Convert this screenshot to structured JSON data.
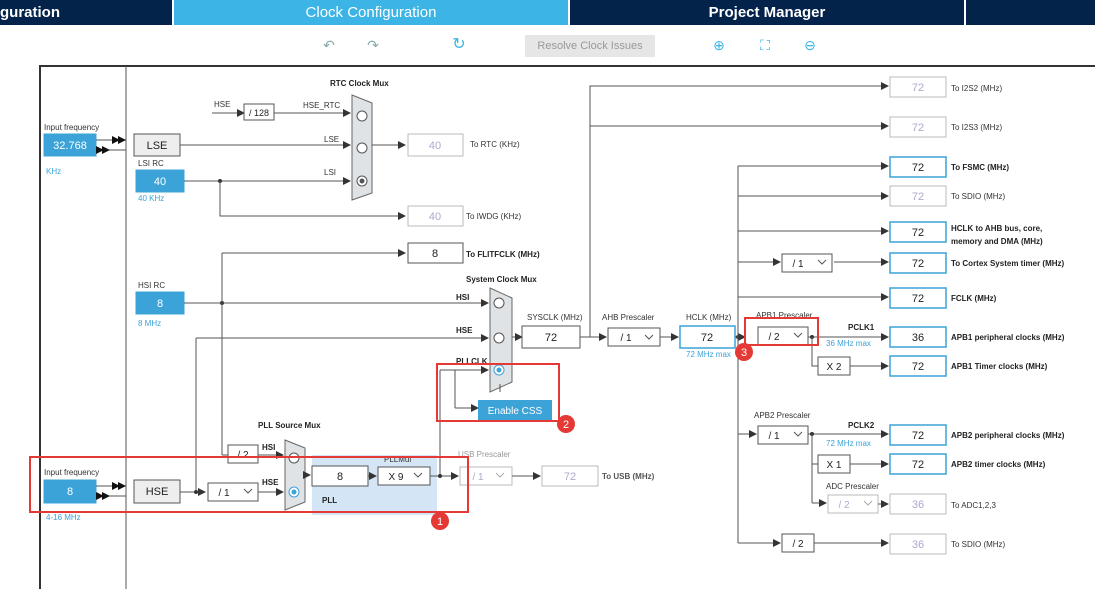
{
  "tabs": [
    {
      "label": "guration",
      "active": false
    },
    {
      "label": "Clock Configuration",
      "active": true
    },
    {
      "label": "Project Manager",
      "active": false
    }
  ],
  "toolbar": {
    "undo_icon": "undo-icon",
    "redo_icon": "redo-icon",
    "refresh_icon": "refresh-icon",
    "resolve_label": "Resolve Clock Issues",
    "zoom_in_icon": "zoom-in-icon",
    "fit_icon": "fit-screen-icon",
    "zoom_out_icon": "zoom-out-icon"
  },
  "colors": {
    "accent": "#3cb4e6",
    "tab_dark": "#03234b",
    "highlight_red": "#e53935",
    "blue_box": "#3ba3d8"
  },
  "left": {
    "input_freq_label": "Input frequency",
    "lse_value": "32.768",
    "lse_unit": "KHz",
    "lse_label": "LSE",
    "lsirc_label": "LSI RC",
    "lsi_value": "40",
    "lsi_unit": "40 KHz",
    "hsirc_label": "HSI RC",
    "hsi_value": "8",
    "hsi_unit": "8 MHz",
    "hse_input_label": "Input frequency",
    "hse_value": "8",
    "hse_range": "4-16 MHz",
    "hse_label": "HSE"
  },
  "rtc": {
    "title": "RTC Clock Mux",
    "hse_label": "HSE",
    "div128": "/ 128",
    "hse_rtc": "HSE_RTC",
    "lse": "LSE",
    "lsi": "LSI",
    "to_rtc_value": "40",
    "to_rtc_label": "To RTC (KHz)",
    "iwdg_value": "40",
    "iwdg_label": "To IWDG (KHz)",
    "flit_value": "8",
    "flit_label": "To FLITFCLK (MHz)"
  },
  "sysmux": {
    "title": "System Clock Mux",
    "hsi": "HSI",
    "hse": "HSE",
    "pllclk": "PLLCLK",
    "enable_css": "Enable CSS"
  },
  "pll": {
    "source_title": "PLL Source Mux",
    "div2": "/ 2",
    "hsi": "HSI",
    "hse": "HSE",
    "hse_div": "/ 1",
    "pll_in": "8",
    "pllmul_label": "PLLMul",
    "pllmul": "X 9",
    "pll_label": "PLL",
    "usb_prescaler": "USB Prescaler",
    "usb_div": "/ 1",
    "usb_value": "72",
    "usb_label": "To USB (MHz)"
  },
  "bus": {
    "sysclk_label": "SYSCLK (MHz)",
    "sysclk": "72",
    "ahb_label": "AHB Prescaler",
    "ahb_div": "/ 1",
    "hclk_label": "HCLK (MHz)",
    "hclk": "72",
    "hclk_max": "72 MHz max",
    "apb1_label": "APB1 Prescaler",
    "apb1_div": "/ 2",
    "pclk1": "PCLK1",
    "pclk1_max": "36 MHz max",
    "apb2_label": "APB2 Prescaler",
    "apb2_div": "/ 1",
    "pclk2": "PCLK2",
    "pclk2_max": "72 MHz max",
    "cortex_div": "/ 1",
    "x2": "X 2",
    "x1": "X 1",
    "adc_label": "ADC Prescaler",
    "adc_div": "/ 2",
    "sdio_div": "/ 2"
  },
  "outputs": [
    {
      "value": "72",
      "label": "To I2S2 (MHz)",
      "active": false
    },
    {
      "value": "72",
      "label": "To I2S3 (MHz)",
      "active": false
    },
    {
      "value": "72",
      "label": "To FSMC (MHz)",
      "active": true
    },
    {
      "value": "72",
      "label": "To SDIO (MHz)",
      "active": false
    },
    {
      "value": "72",
      "label": "HCLK to AHB bus, core,",
      "label2": "memory and DMA (MHz)",
      "active": true
    },
    {
      "value": "72",
      "label": "To Cortex System timer (MHz)",
      "active": true
    },
    {
      "value": "72",
      "label": "FCLK (MHz)",
      "active": true
    },
    {
      "value": "36",
      "label": "APB1 peripheral clocks (MHz)",
      "active": true
    },
    {
      "value": "72",
      "label": "APB1 Timer clocks (MHz)",
      "active": true
    },
    {
      "value": "72",
      "label": "APB2 peripheral clocks (MHz)",
      "active": true
    },
    {
      "value": "72",
      "label": "APB2 timer clocks (MHz)",
      "active": true
    },
    {
      "value": "36",
      "label": "To ADC1,2,3",
      "active": false
    },
    {
      "value": "36",
      "label": "To SDIO (MHz)",
      "active": false
    }
  ],
  "markers": [
    "1",
    "2",
    "3"
  ]
}
